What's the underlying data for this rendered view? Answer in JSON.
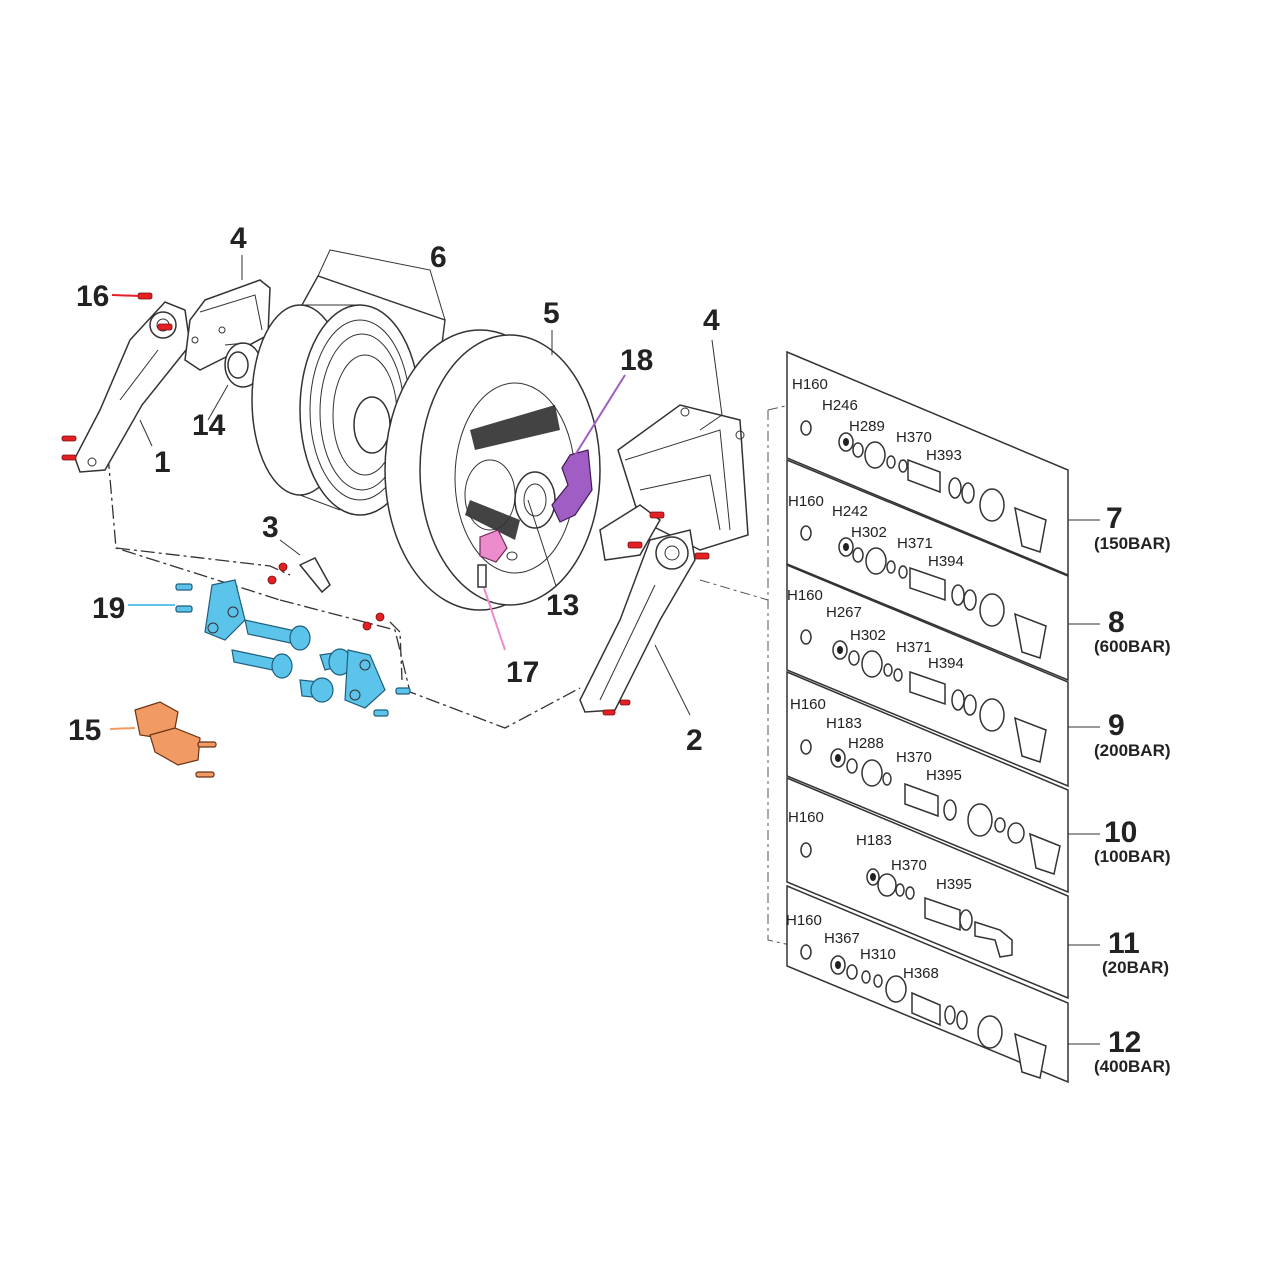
{
  "callouts": [
    {
      "id": "1",
      "label": "1"
    },
    {
      "id": "2",
      "label": "2"
    },
    {
      "id": "3",
      "label": "3"
    },
    {
      "id": "4a",
      "label": "4"
    },
    {
      "id": "4b",
      "label": "4"
    },
    {
      "id": "5",
      "label": "5"
    },
    {
      "id": "6",
      "label": "6"
    },
    {
      "id": "13",
      "label": "13"
    },
    {
      "id": "14",
      "label": "14"
    },
    {
      "id": "15",
      "label": "15"
    },
    {
      "id": "16",
      "label": "16"
    },
    {
      "id": "17",
      "label": "17"
    },
    {
      "id": "18",
      "label": "18"
    },
    {
      "id": "19",
      "label": "19"
    }
  ],
  "swivel_kits": [
    {
      "number": "7",
      "rating": "(150BAR)",
      "codes": [
        "H160",
        "H246",
        "H289",
        "H370",
        "H393"
      ]
    },
    {
      "number": "8",
      "rating": "(600BAR)",
      "codes": [
        "H160",
        "H242",
        "H302",
        "H371",
        "H394"
      ]
    },
    {
      "number": "9",
      "rating": "(200BAR)",
      "codes": [
        "H160",
        "H267",
        "H302",
        "H371",
        "H394"
      ]
    },
    {
      "number": "10",
      "rating": "(100BAR)",
      "codes": [
        "H160",
        "H183",
        "H288",
        "H370",
        "H395"
      ]
    },
    {
      "number": "11",
      "rating": "(20BAR)",
      "codes": [
        "H160",
        "H183",
        "H370",
        "H395"
      ]
    },
    {
      "number": "12",
      "rating": "(400BAR)",
      "codes": [
        "H160",
        "H367",
        "H310",
        "H368"
      ]
    }
  ],
  "colors": {
    "fasteners": "#e32024",
    "part_19": "#5cc3ea",
    "part_15": "#f19a63",
    "part_17": "#ec8ccd",
    "part_18": "#a05ec4"
  }
}
